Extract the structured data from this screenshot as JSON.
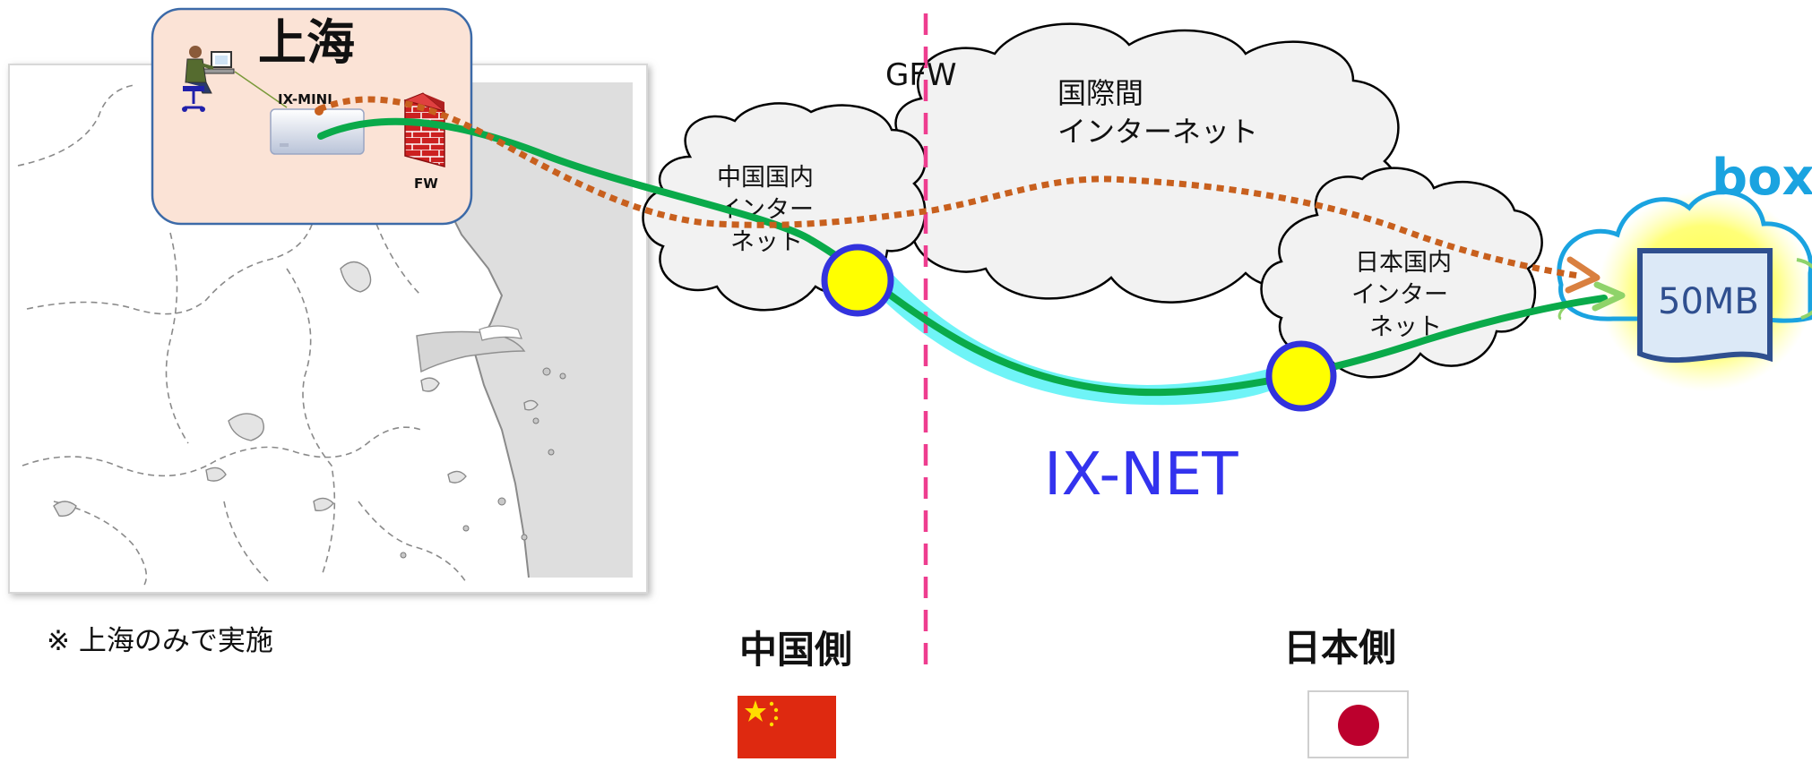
{
  "location": {
    "title": "上海",
    "device_label": "IX-MINI",
    "fw_label": "FW"
  },
  "labels": {
    "gfw": "GFW",
    "international": [
      "国際間",
      "インターネット"
    ],
    "china_cloud": [
      "中国国内",
      "インター",
      "ネット"
    ],
    "japan_cloud": [
      "日本国内",
      "インター",
      "ネット"
    ],
    "box_brand": "box",
    "file_size": "50MB",
    "ixnet": "IX-NET",
    "note": "※ 上海のみで実施",
    "china_side": "中国側",
    "japan_side": "日本側"
  },
  "colors": {
    "ixnet_text": "#3333ee",
    "green_route": "#0aaa4a",
    "dotted_route": "#c8601e",
    "gfw_line": "#ee3d8f",
    "cyan_band": "#5ff3f6",
    "pop_yellow": "#ffff00",
    "pop_ring": "#3333dd",
    "box_blue": "#1aa3e0",
    "china_red": "#de2910",
    "japan_red": "#bc002d"
  },
  "icons": [
    "operator-icon",
    "router-icon",
    "firewall-icon",
    "china-flag-icon",
    "japan-flag-icon"
  ]
}
